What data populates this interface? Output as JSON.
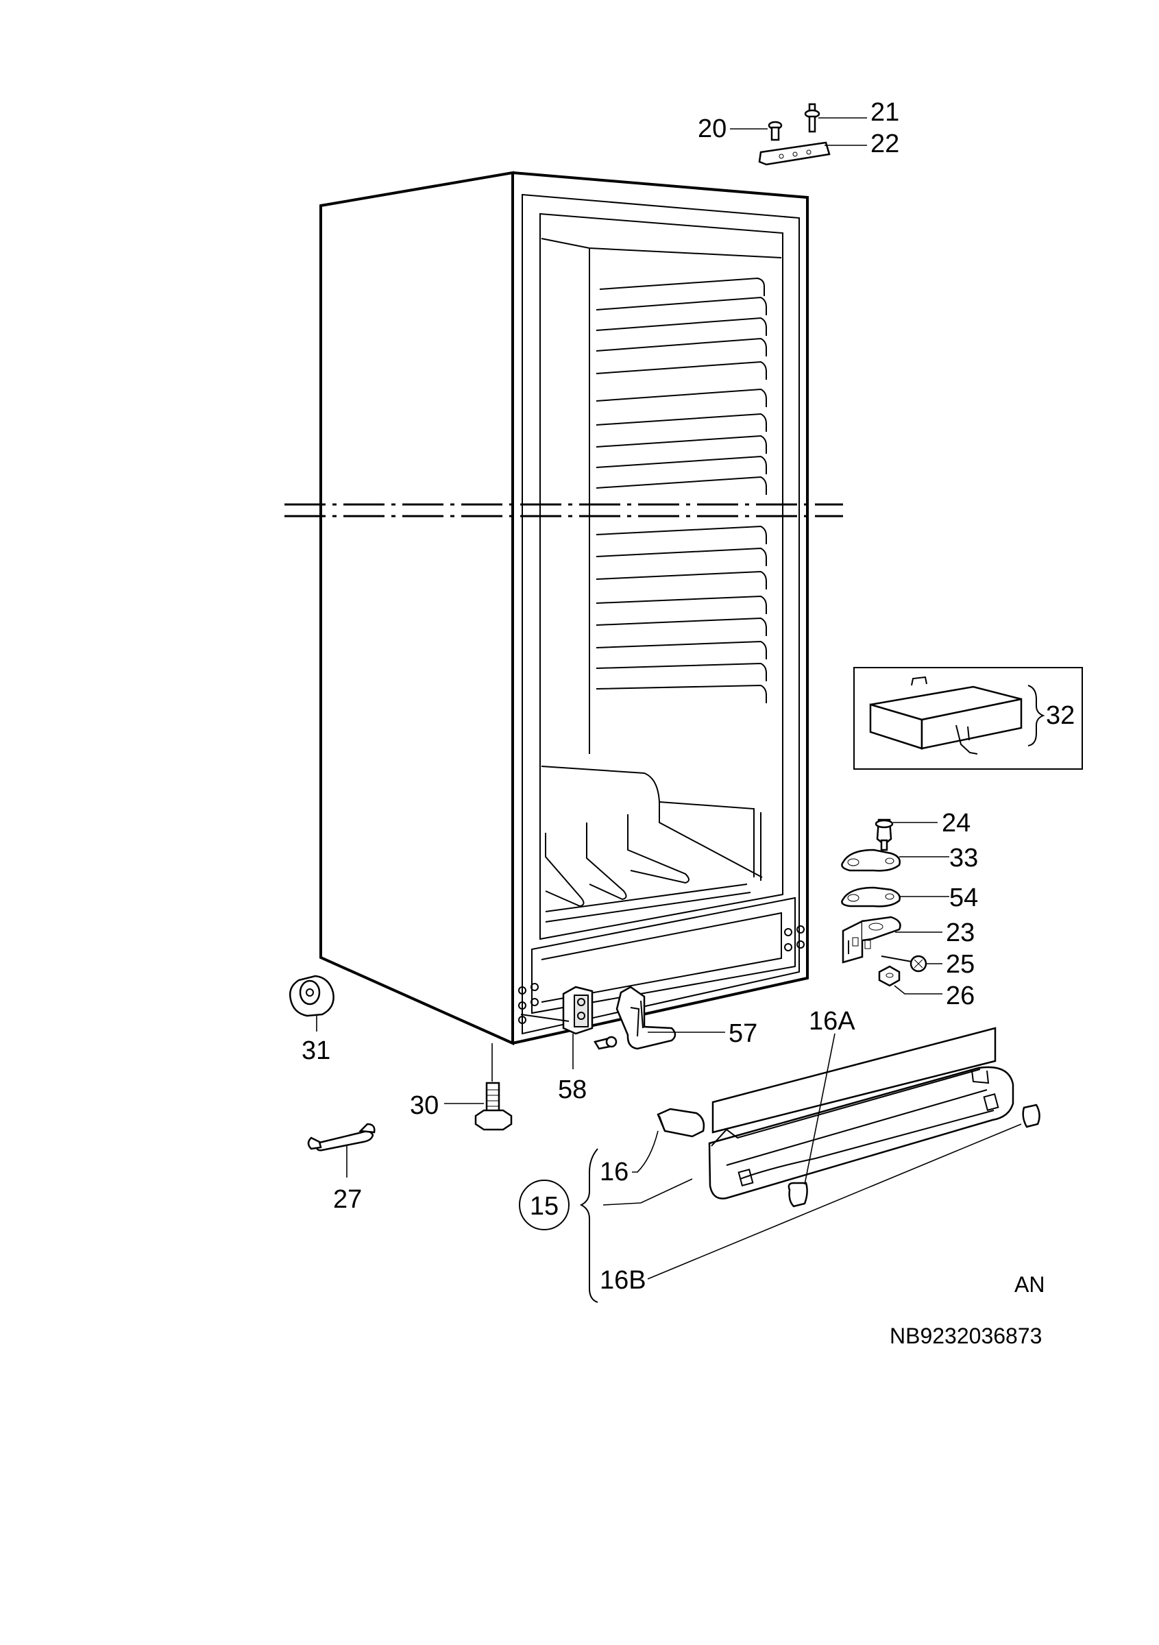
{
  "diagram": {
    "callouts": {
      "c20": "20",
      "c21": "21",
      "c22": "22",
      "c32": "32",
      "c24": "24",
      "c33": "33",
      "c54": "54",
      "c23": "23",
      "c25": "25",
      "c26": "26",
      "c31": "31",
      "c57": "57",
      "c16A": "16A",
      "c58": "58",
      "c30": "30",
      "c16": "16",
      "c27": "27",
      "c15": "15",
      "c16B": "16B"
    },
    "variant": "AN",
    "reference": "NB9232036873"
  }
}
